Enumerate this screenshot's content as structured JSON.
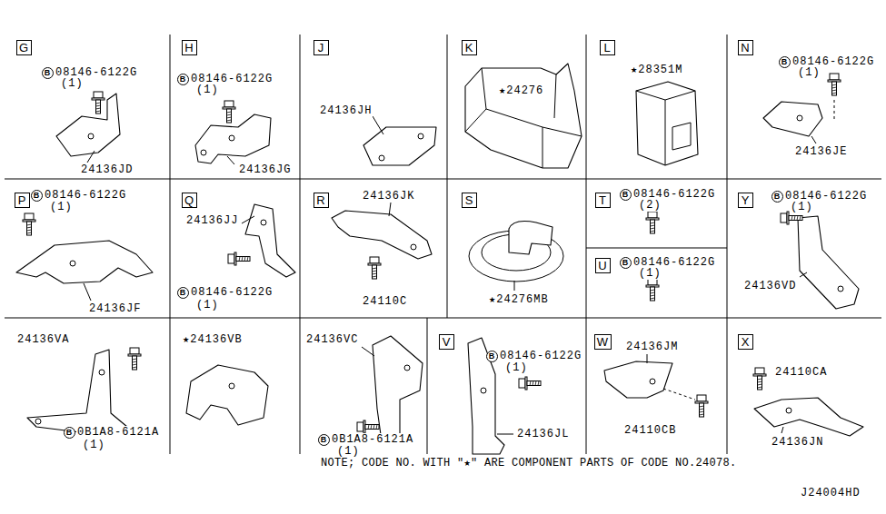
{
  "diagram": {
    "nodes": [
      {
        "text": [
          "G"
        ]
      },
      {
        "text": [
          "B"
        ]
      },
      {
        "text": [
          "H"
        ]
      },
      {
        "text": [
          "B"
        ]
      },
      {
        "text": [
          "J"
        ]
      },
      {
        "text": [
          "K"
        ]
      },
      {
        "text": [
          "L"
        ]
      },
      {
        "text": [
          "N"
        ]
      },
      {
        "text": [
          "B"
        ]
      },
      {
        "text": [
          "P"
        ]
      },
      {
        "text": [
          "B"
        ]
      },
      {
        "text": [
          "Q"
        ]
      },
      {
        "text": [
          "B"
        ]
      },
      {
        "text": [
          "R"
        ]
      },
      {
        "text": [
          "S"
        ]
      },
      {
        "text": [
          "T"
        ]
      },
      {
        "text": [
          "B"
        ]
      },
      {
        "text": [
          "Y"
        ]
      },
      {
        "text": [
          "B"
        ]
      },
      {
        "text": [
          "U"
        ]
      },
      {
        "text": [
          "B"
        ]
      },
      {
        "text": [
          "B"
        ]
      },
      {
        "text": [
          "B"
        ]
      },
      {
        "text": [
          "V"
        ]
      },
      {
        "text": [
          "B"
        ]
      },
      {
        "text": [
          "W"
        ]
      },
      {
        "text": [
          "X"
        ]
      }
    ],
    "labels": [
      "08146-6122G",
      "(1)",
      "24136JD",
      "08146-6122G",
      "(1)",
      "24136JG",
      "24136JH",
      "★24276",
      "★28351M",
      "08146-6122G",
      "(1)",
      "24136JE",
      "08146-6122G",
      "(1)",
      "24136JF",
      "24136JJ",
      "08146-6122G",
      "(1)",
      "24136JK",
      "24110C",
      "★24276MB",
      "08146-6122G",
      "(2)",
      "08146-6122G",
      "(1)",
      "08146-6122G",
      "(1)",
      "24136VD",
      "24136VA",
      "0B1A8-6121A",
      "(1)",
      "★24136VB",
      "24136VC",
      "0B1A8-6121A",
      "(1)",
      "08146-6122G",
      "(1)",
      "24136JL",
      "24136JM",
      "24110CB",
      "24110CA",
      "24136JN",
      "NOTE; CODE NO. WITH \"★\" ARE COMPONENT PARTS OF CODE NO.24078.",
      "J24004HD"
    ]
  }
}
